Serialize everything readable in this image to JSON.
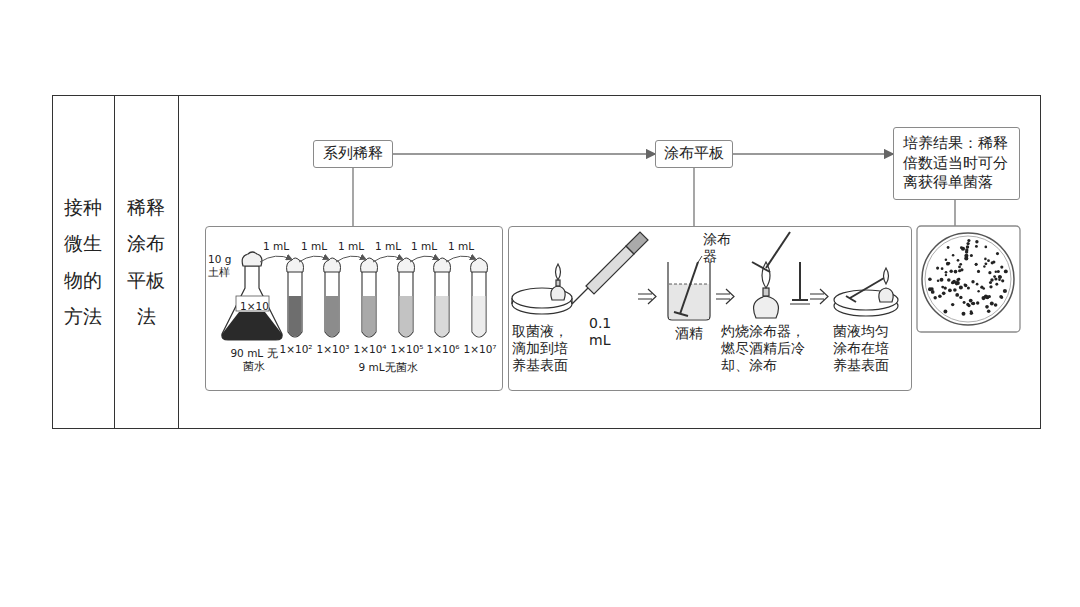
{
  "diagram": {
    "nodes": [
      {
        "text": [
          "接种微生物的方法"
        ]
      },
      {
        "text": [
          "稀释涂布平板法"
        ]
      },
      {
        "text": [
          "系列稀释"
        ]
      },
      {
        "text": [
          "涂布平板"
        ]
      },
      {
        "text": [
          "培养结果：稀释倍数适当时可分离获得单菌落"
        ]
      },
      {
        "text": [
          "10 g 土样",
          "1×10",
          "90 mL 无菌水",
          "1 mL",
          "1 mL",
          "1 mL",
          "1 mL",
          "1 mL",
          "1 mL",
          "1×10²",
          "1×10³",
          "1×10⁴",
          "1×10⁵",
          "1×10⁶",
          "1×10⁷",
          "9 mL无菌水"
        ]
      },
      {
        "text": [
          "取菌液，滴加到培养基表面",
          "0.1 mL",
          "涂布器",
          "酒精",
          "灼烧涂布器，燃尽酒精后冷却、涂布",
          "菌液均匀涂布在培养基表面"
        ]
      }
    ],
    "edges": [
      {
        "from": 2,
        "to": 3,
        "arrow": "to"
      },
      {
        "from": 3,
        "to": 4,
        "arrow": "to"
      },
      {
        "from": 2,
        "to": 5,
        "arrow": "none"
      },
      {
        "from": 3,
        "to": 6,
        "arrow": "none"
      }
    ]
  }
}
